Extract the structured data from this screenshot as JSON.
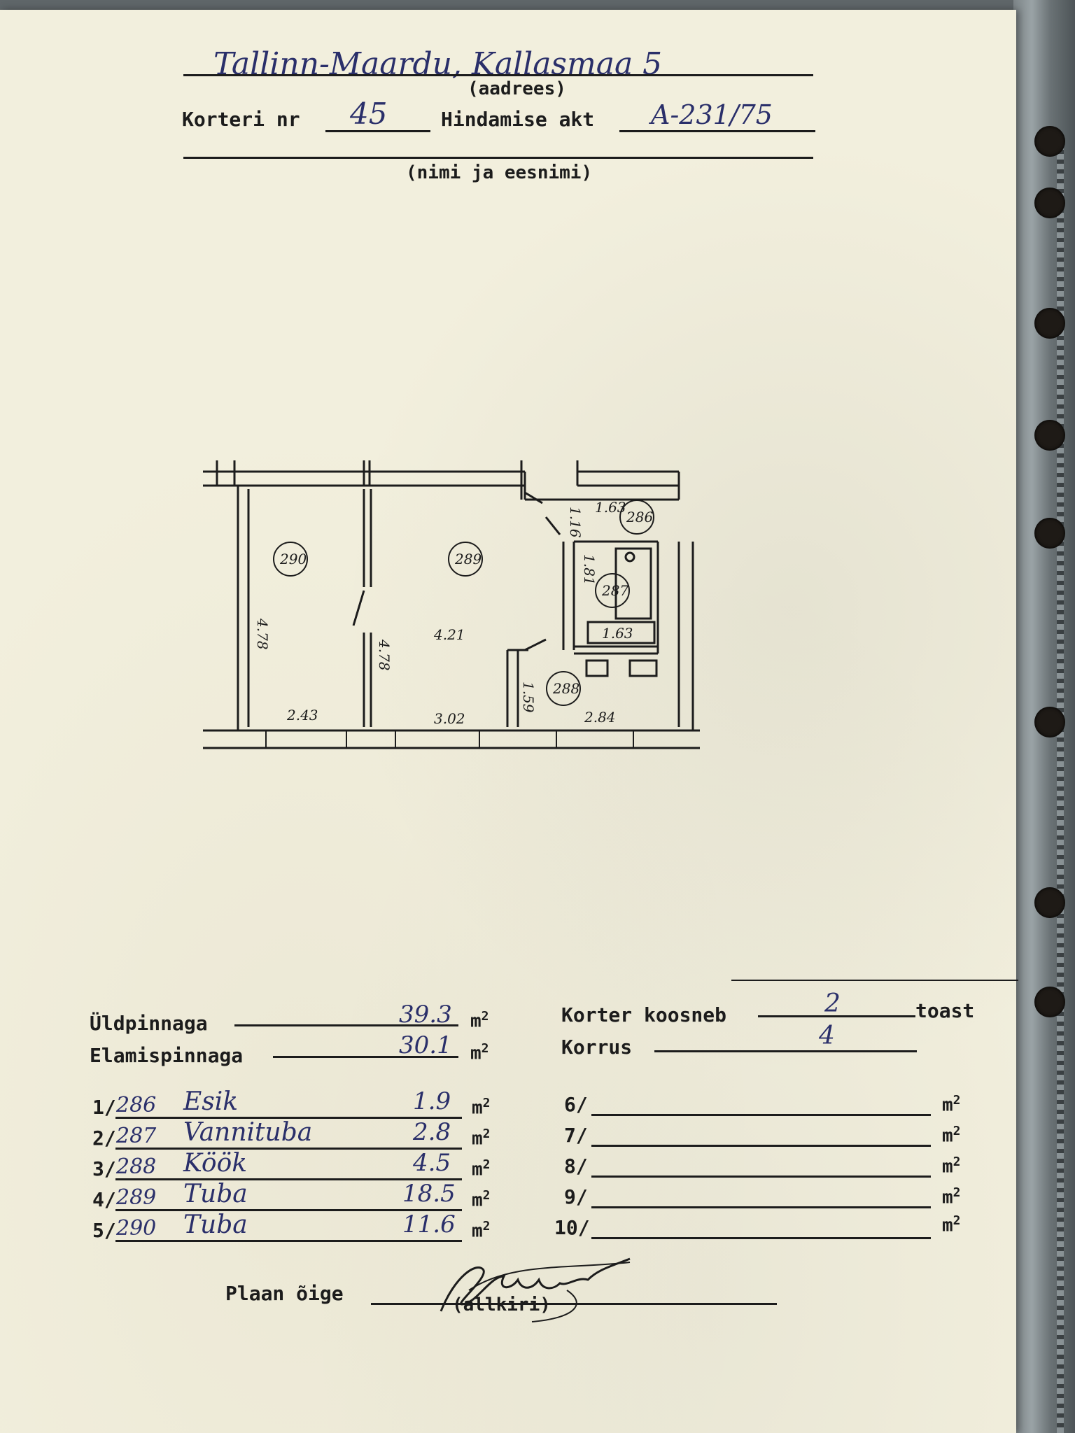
{
  "header": {
    "address_value": "Tallinn-Maardu, Kallasmaa 5",
    "address_caption": "(aadrees)",
    "apartment_label": "Korteri nr",
    "apartment_value": "45",
    "assessment_label": "Hindamise akt",
    "assessment_value": "A-231/75",
    "name_caption": "(nimi ja eesnimi)"
  },
  "floorplan": {
    "rooms": [
      {
        "id": "290",
        "length": "4.78",
        "width": "2.43"
      },
      {
        "id": "289",
        "length": "4.78",
        "width": "3.02",
        "extra": "4.21"
      },
      {
        "id": "286",
        "width": "1.63",
        "length": "1.16"
      },
      {
        "id": "287",
        "length": "1.81",
        "width": "1.63"
      },
      {
        "id": "288",
        "length": "1.59",
        "width": "2.84"
      }
    ]
  },
  "summary": {
    "total_label": "Üldpinnaga",
    "total_value": "39.3",
    "living_label": "Elamispinnaga",
    "living_value": "30.1",
    "unit": "m",
    "unit_exp": "2",
    "rooms_label": "Korter koosneb",
    "rooms_value": "2",
    "rooms_suffix": "toast",
    "floor_label": "Korrus",
    "floor_value": "4"
  },
  "entries": [
    {
      "index": "1/",
      "code": "286",
      "name": "Esik",
      "area": "1.9"
    },
    {
      "index": "2/",
      "code": "287",
      "name": "Vannituba",
      "area": "2.8"
    },
    {
      "index": "3/",
      "code": "288",
      "name": "Köök",
      "area": "4.5"
    },
    {
      "index": "4/",
      "code": "289",
      "name": "Tuba",
      "area": "18.5"
    },
    {
      "index": "5/",
      "code": "290",
      "name": "Tuba",
      "area": "11.6"
    }
  ],
  "empty_entries": [
    "6/",
    "7/",
    "8/",
    "9/",
    "10/"
  ],
  "footer": {
    "plan_label": "Plaan õige",
    "signature_caption": "(allkiri)"
  }
}
